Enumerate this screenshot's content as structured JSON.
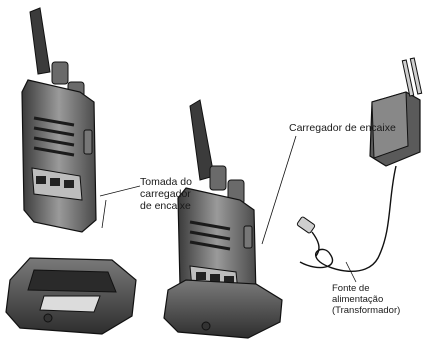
{
  "labels": {
    "tomada_line1": "Tomada do",
    "tomada_line2": "carregador",
    "tomada_line3": "de encaixe",
    "carregador": "Carregador de encaixe",
    "fonte_line1": "Fonte de",
    "fonte_line2": "alimentação",
    "fonte_line3": "(Transformador)"
  },
  "icons": {
    "radio_left": "walkie-talkie-icon",
    "charger_base": "charging-cradle-icon",
    "radio_docked": "walkie-talkie-in-cradle-icon",
    "power_adapter": "wall-adapter-icon"
  }
}
